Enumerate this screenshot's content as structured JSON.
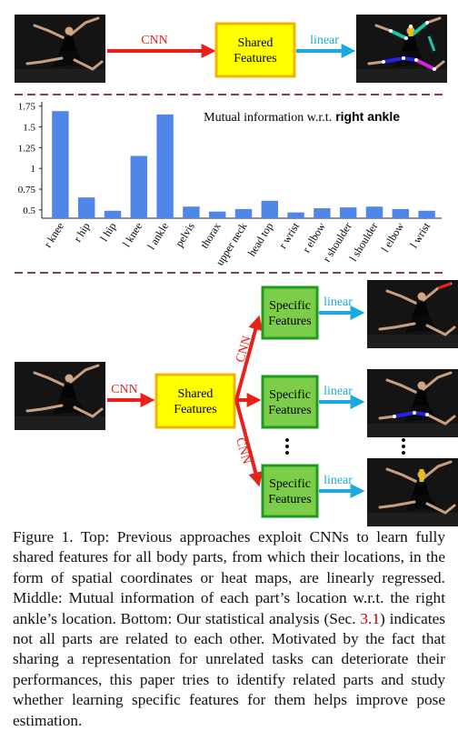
{
  "top": {
    "cnn_label": "CNN",
    "shared_box": [
      "Shared",
      "Features"
    ],
    "linear_label": "linear"
  },
  "middle": {
    "chart_data": {
      "type": "bar",
      "title_prefix": "Mutual information w.r.t.",
      "title_bold": "right ankle",
      "categories": [
        "r knee",
        "r hip",
        "l hip",
        "l knee",
        "l ankle",
        "pelvis",
        "thorax",
        "upper neck",
        "head top",
        "r wrist",
        "r elbow",
        "r shoulder",
        "l shoulder",
        "l elbow",
        "l wrist"
      ],
      "values": [
        1.69,
        0.65,
        0.49,
        1.15,
        1.65,
        0.54,
        0.48,
        0.51,
        0.61,
        0.47,
        0.52,
        0.53,
        0.54,
        0.51,
        0.49
      ],
      "yticks": [
        "0.5",
        "0.75",
        "1",
        "1.25",
        "1.5",
        "1.75"
      ],
      "ylim": [
        0.4,
        1.78
      ],
      "bar_color": "#4f86e8",
      "grid": false
    }
  },
  "bottom": {
    "cnn_label": "CNN",
    "shared_box": [
      "Shared",
      "Features"
    ],
    "branch_cnn_label": "CNN",
    "specific_box": [
      "Specific",
      "Features"
    ],
    "linear_label": "linear",
    "ellipsis": "•\n•\n•"
  },
  "colors": {
    "cnn_arrow": "#e8201a",
    "linear_arrow": "#1aa9e0",
    "shared_fill": "#ffff00",
    "shared_border": "#f0b400",
    "specific_fill": "#7ccd4a",
    "specific_border": "#1e9a1e",
    "divider": "#8b4040"
  },
  "caption": {
    "text_1": "Figure 1. Top: Previous approaches exploit CNNs to learn fully shared features for all body parts, from which their locations, in the form of spatial coordinates or heat maps, are linearly regressed. Middle: Mutual information of each part’s location w.r.t. the right ankle’s location. Bottom: Our statistical analysis (Sec. ",
    "ref": "3.1",
    "text_2": ") indicates not all parts are related to each other. Motivated by the fact that sharing a representation for unrelated tasks can deteriorate their performances, this paper tries to identify related parts and study whether learning specific features for them helps improve pose estimation."
  }
}
